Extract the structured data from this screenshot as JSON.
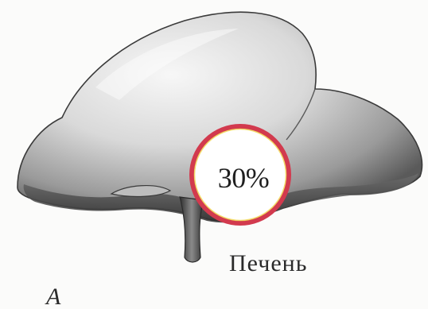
{
  "figure": {
    "panel_letter": "A",
    "organ_label": "Печень",
    "callout_value": "30%"
  },
  "colors": {
    "background": "#fbfbfa",
    "organ_fill": "#cfcfcf",
    "organ_outline": "#3a3a3a",
    "ring": "#d23a4e",
    "ring_inner": "#f0d34a"
  }
}
